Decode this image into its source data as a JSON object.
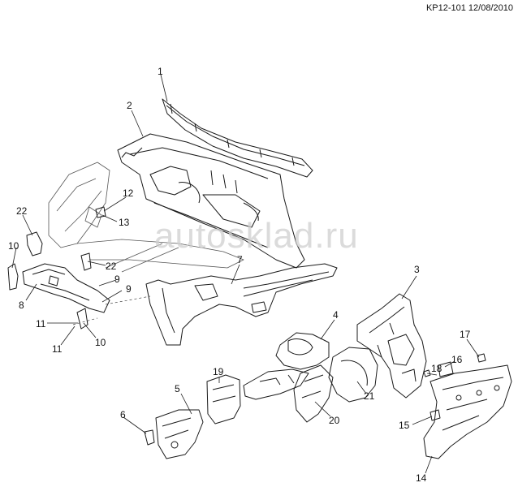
{
  "header": {
    "code": "KP12-101 12/08/2010"
  },
  "watermark": "autosklad.ru",
  "callouts": [
    {
      "id": "c1",
      "label": "1"
    },
    {
      "id": "c2",
      "label": "2"
    },
    {
      "id": "c3",
      "label": "3"
    },
    {
      "id": "c4",
      "label": "4"
    },
    {
      "id": "c5",
      "label": "5"
    },
    {
      "id": "c6",
      "label": "6"
    },
    {
      "id": "c7",
      "label": "7"
    },
    {
      "id": "c8",
      "label": "8"
    },
    {
      "id": "c9a",
      "label": "9"
    },
    {
      "id": "c9b",
      "label": "9"
    },
    {
      "id": "c10a",
      "label": "10"
    },
    {
      "id": "c10b",
      "label": "10"
    },
    {
      "id": "c11a",
      "label": "11"
    },
    {
      "id": "c11b",
      "label": "11"
    },
    {
      "id": "c12",
      "label": "12"
    },
    {
      "id": "c13",
      "label": "13"
    },
    {
      "id": "c14",
      "label": "14"
    },
    {
      "id": "c15",
      "label": "15"
    },
    {
      "id": "c16",
      "label": "16"
    },
    {
      "id": "c17",
      "label": "17"
    },
    {
      "id": "c18",
      "label": "18"
    },
    {
      "id": "c19",
      "label": "19"
    },
    {
      "id": "c20",
      "label": "20"
    },
    {
      "id": "c21",
      "label": "21"
    },
    {
      "id": "c22a",
      "label": "22"
    },
    {
      "id": "c22b",
      "label": "22"
    }
  ],
  "colors": {
    "line": "#1a1a1a",
    "watermark": "#cfcfcf",
    "background": "#ffffff"
  }
}
